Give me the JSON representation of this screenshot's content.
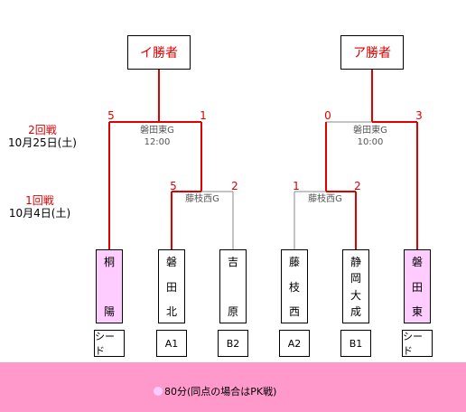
{
  "winners": [
    {
      "label": "イ勝者"
    },
    {
      "label": "ア勝者"
    }
  ],
  "rounds": {
    "round2": {
      "name": "2回戦",
      "date": "10月25日(土)"
    },
    "round1": {
      "name": "1回戦",
      "date": "10月4日(土)"
    }
  },
  "matches": {
    "left_final": {
      "venue": "磐田東G",
      "time": "12:00",
      "score_left": "5",
      "score_right": "1"
    },
    "right_final": {
      "venue": "磐田東G",
      "time": "10:00",
      "score_left": "0",
      "score_right": "3"
    },
    "left_r1": {
      "venue": "藤枝西G",
      "score_left": "5",
      "score_right": "2"
    },
    "right_r1": {
      "venue": "藤枝西G",
      "score_left": "1",
      "score_right": "2"
    }
  },
  "teams": [
    {
      "chars": [
        "桐",
        "陽"
      ],
      "slot": "シード",
      "seeded": true
    },
    {
      "chars": [
        "磐",
        "田",
        "北"
      ],
      "slot": "A1",
      "seeded": false
    },
    {
      "chars": [
        "吉",
        "原"
      ],
      "slot": "B2",
      "seeded": false
    },
    {
      "chars": [
        "藤",
        "枝",
        "西"
      ],
      "slot": "A2",
      "seeded": false
    },
    {
      "chars": [
        "静",
        "岡",
        "大",
        "成"
      ],
      "slot": "B1",
      "seeded": false
    },
    {
      "chars": [
        "磐",
        "田",
        "東"
      ],
      "slot": "シード",
      "seeded": true
    }
  ],
  "colors": {
    "win_line": "#e00000",
    "lose_line": "#888888",
    "seed_fill": "#ffccff",
    "footer": "#ff99cc"
  },
  "footer": {
    "note": "80分(同点の場合はPK戦)"
  }
}
